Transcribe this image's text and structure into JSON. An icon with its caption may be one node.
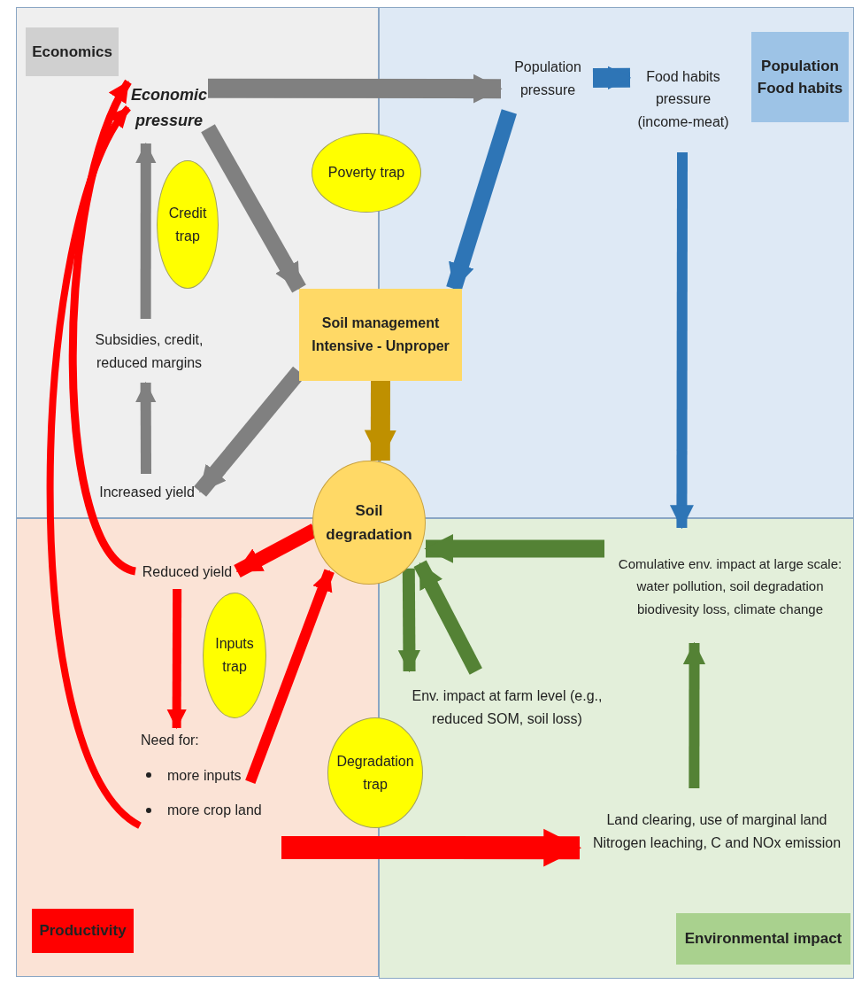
{
  "diagram": {
    "nodes": [
      {
        "text": [
          "Economics"
        ]
      },
      {
        "text": [
          "Population Food habits"
        ]
      },
      {
        "text": [
          "Productivity"
        ]
      },
      {
        "text": [
          "Environmental impact"
        ]
      },
      {
        "text": [
          "Economic pressure"
        ],
        "in": 0
      },
      {
        "text": [
          "Population pressure"
        ],
        "in": 1
      },
      {
        "text": [
          "Food habits pressure (income-meat)"
        ],
        "in": 1
      },
      {
        "text": [
          "Poverty trap"
        ]
      },
      {
        "text": [
          "Credit trap"
        ],
        "in": 0
      },
      {
        "text": [
          "Subsidies, credit, reduced margins"
        ],
        "in": 0
      },
      {
        "text": [
          "Soil management Intensive - Unproper"
        ]
      },
      {
        "text": [
          "Increased yield"
        ],
        "in": 0
      },
      {
        "text": [
          "Soil degradation"
        ]
      },
      {
        "text": [
          "Reduced yield"
        ],
        "in": 2
      },
      {
        "text": [
          "Inputs trap"
        ],
        "in": 2
      },
      {
        "text": [
          "Need for:",
          "more inputs",
          "more crop land"
        ],
        "in": 2
      },
      {
        "text": [
          "Env. impact at farm level (e.g., reduced SOM, soil loss)"
        ],
        "in": 3
      },
      {
        "text": [
          "Degradation trap"
        ]
      },
      {
        "text": [
          "Comulative env. impact at large scale: water pollution, soil degradation biodivesity loss, climate change"
        ],
        "in": 3
      },
      {
        "text": [
          "Land clearing, use of marginal land Nitrogen leaching, C and NOx emission"
        ],
        "in": 3
      }
    ],
    "edges": [
      {
        "from": 4,
        "to": 5,
        "arrow": "to",
        "color": "#808080"
      },
      {
        "from": 5,
        "to": 6,
        "arrow": "to",
        "color": "#2e75b6"
      },
      {
        "from": 5,
        "to": 10,
        "arrow": "to",
        "color": "#2e75b6"
      },
      {
        "from": 6,
        "to": 18,
        "arrow": "to",
        "color": "#2e75b6"
      },
      {
        "from": 4,
        "to": 10,
        "arrow": "to",
        "color": "#808080"
      },
      {
        "from": 10,
        "to": 11,
        "arrow": "to",
        "color": "#808080"
      },
      {
        "from": 11,
        "to": 9,
        "arrow": "to",
        "color": "#808080"
      },
      {
        "from": 9,
        "to": 4,
        "arrow": "to",
        "color": "#808080"
      },
      {
        "from": 10,
        "to": 12,
        "arrow": "to",
        "color": "#bf9000"
      },
      {
        "from": 12,
        "to": 13,
        "arrow": "to"
      },
      {
        "from": 13,
        "to": 15,
        "arrow": "to"
      },
      {
        "from": 15,
        "to": 12,
        "arrow": "to"
      },
      {
        "from": 15,
        "to": 19,
        "arrow": "to"
      },
      {
        "from": 18,
        "to": 12,
        "arrow": "to",
        "color": "#548235"
      },
      {
        "from": 12,
        "to": 16,
        "arrow": "to",
        "color": "#548235"
      },
      {
        "from": 16,
        "to": 12,
        "arrow": "to",
        "color": "#548235"
      },
      {
        "from": 19,
        "to": 18,
        "arrow": "to",
        "color": "#548235"
      },
      {
        "from": 13,
        "to": 4,
        "arrow": "to"
      },
      {
        "from": 15,
        "to": 4,
        "arrow": "to"
      }
    ]
  }
}
